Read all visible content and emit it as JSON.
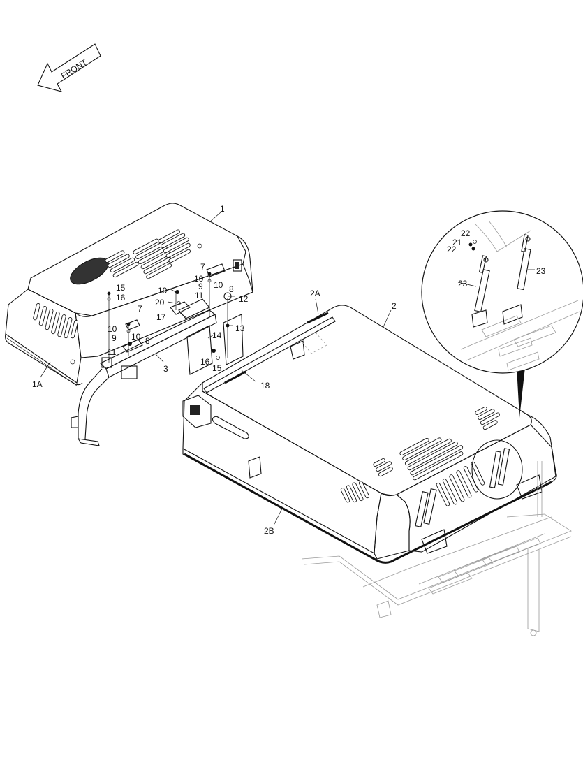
{
  "front_arrow": {
    "label": "FRONT"
  },
  "callouts": [
    {
      "id": "c1",
      "text": "1"
    },
    {
      "id": "c1A",
      "text": "1A"
    },
    {
      "id": "c2",
      "text": "2"
    },
    {
      "id": "c2A",
      "text": "2A"
    },
    {
      "id": "c2B",
      "text": "2B"
    },
    {
      "id": "c3",
      "text": "3"
    },
    {
      "id": "c7a",
      "text": "7"
    },
    {
      "id": "c7b",
      "text": "7"
    },
    {
      "id": "c8a",
      "text": "8"
    },
    {
      "id": "c8b",
      "text": "8"
    },
    {
      "id": "c9a",
      "text": "9"
    },
    {
      "id": "c9b",
      "text": "9"
    },
    {
      "id": "c10a",
      "text": "10"
    },
    {
      "id": "c10b",
      "text": "10"
    },
    {
      "id": "c10c",
      "text": "10"
    },
    {
      "id": "c10d",
      "text": "10"
    },
    {
      "id": "c11a",
      "text": "11"
    },
    {
      "id": "c11b",
      "text": "11"
    },
    {
      "id": "c12",
      "text": "12"
    },
    {
      "id": "c13",
      "text": "13"
    },
    {
      "id": "c14",
      "text": "14"
    },
    {
      "id": "c15a",
      "text": "15"
    },
    {
      "id": "c15b",
      "text": "15"
    },
    {
      "id": "c16a",
      "text": "16"
    },
    {
      "id": "c16b",
      "text": "16"
    },
    {
      "id": "c17",
      "text": "17"
    },
    {
      "id": "c18",
      "text": "18"
    },
    {
      "id": "c19",
      "text": "19"
    },
    {
      "id": "c20",
      "text": "20"
    },
    {
      "id": "c21",
      "text": "21"
    },
    {
      "id": "c22a",
      "text": "22"
    },
    {
      "id": "c22b",
      "text": "22"
    },
    {
      "id": "c23a",
      "text": "23"
    },
    {
      "id": "c23b",
      "text": "23"
    }
  ]
}
